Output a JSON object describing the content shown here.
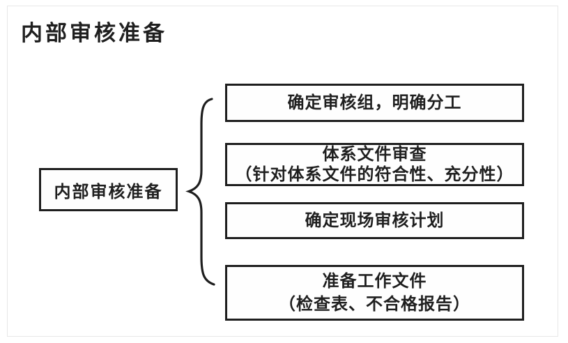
{
  "page": {
    "title": "内部审核准备"
  },
  "diagram": {
    "root_label": "内部审核准备",
    "branches": [
      {
        "lines": [
          "确定审核组，明确分工",
          ""
        ]
      },
      {
        "lines": [
          "体系文件审查",
          "（针对体系文件的符合性、充分性）"
        ]
      },
      {
        "lines": [
          "确定现场审核计划",
          ""
        ]
      },
      {
        "lines": [
          "准备工作文件",
          "（检查表、不合格报告）"
        ]
      }
    ],
    "colors": {
      "box_border": "#1e1e1e",
      "text": "#1f1f1f",
      "frame_border": "#e7e7e7",
      "background": "#ffffff"
    }
  }
}
